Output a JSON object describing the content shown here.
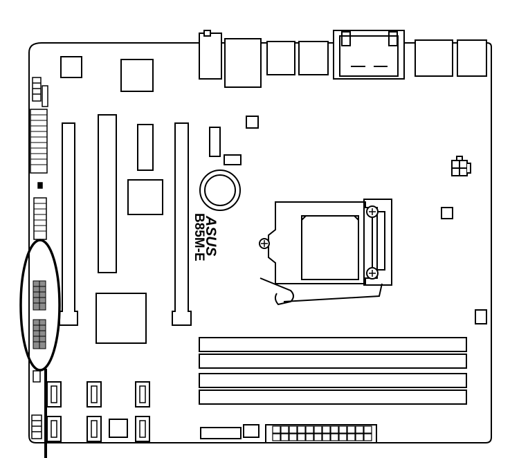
{
  "board": {
    "brand_logo": "ASUS",
    "model": "B85M-E"
  },
  "callout": {
    "highlighted_component": "front-panel-header-pair",
    "pointer_direction": "down"
  },
  "colors": {
    "line": "#000000",
    "pin_fill": "#8c8c8c",
    "background": "#ffffff"
  }
}
